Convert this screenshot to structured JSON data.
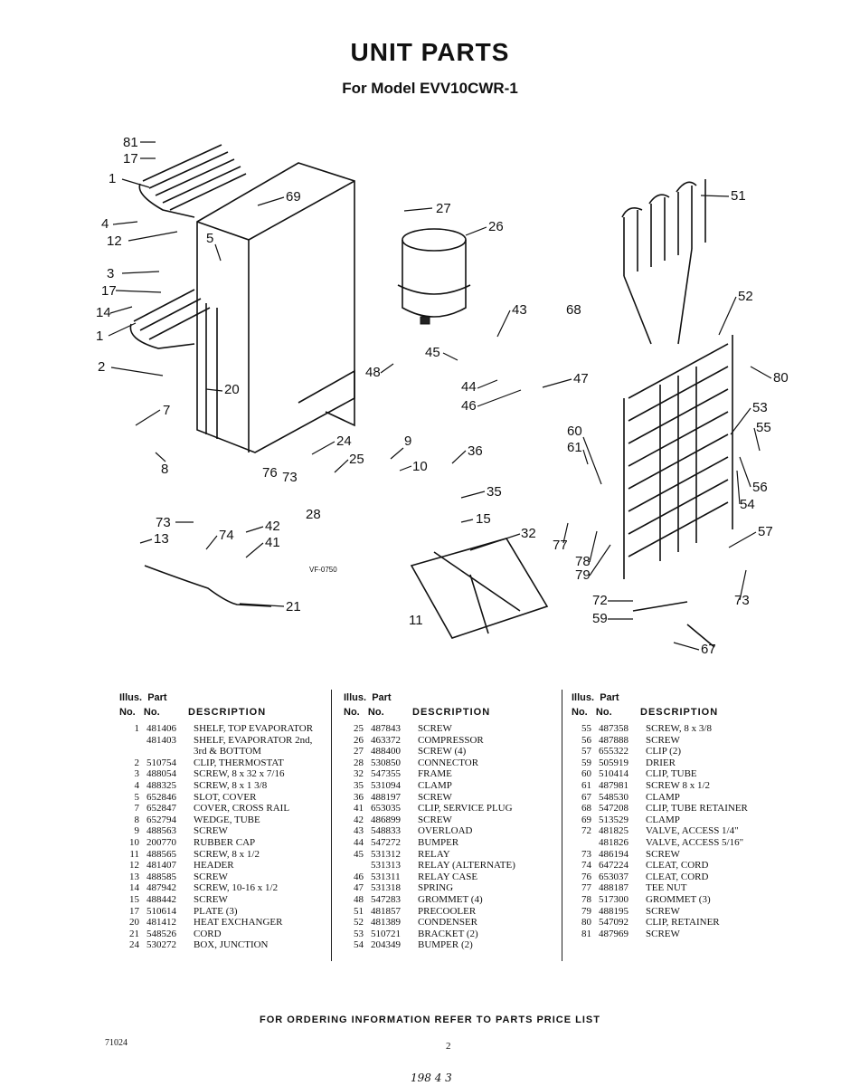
{
  "title": "UNIT PARTS",
  "subtitle": "For Model EVV10CWR-1",
  "diagram_code": "VF-0750",
  "callouts": [
    "81",
    "17",
    "1",
    "4",
    "12",
    "5",
    "69",
    "3",
    "17",
    "14",
    "1",
    "2",
    "20",
    "7",
    "8",
    "76",
    "73",
    "24",
    "25",
    "9",
    "10",
    "36",
    "35",
    "15",
    "32",
    "28",
    "73",
    "74",
    "42",
    "41",
    "13",
    "21",
    "11",
    "27",
    "26",
    "43",
    "68",
    "45",
    "48",
    "44",
    "46",
    "47",
    "51",
    "52",
    "80",
    "53",
    "55",
    "60",
    "61",
    "56",
    "54",
    "57",
    "77",
    "78",
    "79",
    "72",
    "59",
    "67",
    "73"
  ],
  "table_header": {
    "illus": "Illus.",
    "part": "Part",
    "no1": "No.",
    "no2": "No.",
    "description": "DESCRIPTION"
  },
  "columns": [
    [
      {
        "num": "1",
        "part": "481406",
        "desc": "SHELF, TOP EVAPORATOR"
      },
      {
        "num": "",
        "part": "481403",
        "desc": "SHELF, EVAPORATOR 2nd,"
      },
      {
        "num": "",
        "part": "",
        "desc": "3rd & BOTTOM"
      },
      {
        "num": "2",
        "part": "510754",
        "desc": "CLIP, THERMOSTAT"
      },
      {
        "num": "3",
        "part": "488054",
        "desc": "SCREW, 8 x 32 x 7/16"
      },
      {
        "num": "4",
        "part": "488325",
        "desc": "SCREW, 8 x 1 3/8"
      },
      {
        "num": "5",
        "part": "652846",
        "desc": "SLOT, COVER"
      },
      {
        "num": "7",
        "part": "652847",
        "desc": "COVER, CROSS RAIL"
      },
      {
        "num": "8",
        "part": "652794",
        "desc": "WEDGE, TUBE"
      },
      {
        "num": "9",
        "part": "488563",
        "desc": "SCREW"
      },
      {
        "num": "10",
        "part": "200770",
        "desc": "RUBBER CAP"
      },
      {
        "num": "11",
        "part": "488565",
        "desc": "SCREW, 8 x 1/2"
      },
      {
        "num": "12",
        "part": "481407",
        "desc": "HEADER"
      },
      {
        "num": "13",
        "part": "488585",
        "desc": "SCREW"
      },
      {
        "num": "14",
        "part": "487942",
        "desc": "SCREW, 10-16 x 1/2"
      },
      {
        "num": "15",
        "part": "488442",
        "desc": "SCREW"
      },
      {
        "num": "17",
        "part": "510614",
        "desc": "PLATE (3)"
      },
      {
        "num": "20",
        "part": "481412",
        "desc": "HEAT EXCHANGER"
      },
      {
        "num": "21",
        "part": "548526",
        "desc": "CORD"
      },
      {
        "num": "24",
        "part": "530272",
        "desc": "BOX, JUNCTION"
      }
    ],
    [
      {
        "num": "25",
        "part": "487843",
        "desc": "SCREW"
      },
      {
        "num": "26",
        "part": "463372",
        "desc": "COMPRESSOR"
      },
      {
        "num": "27",
        "part": "488400",
        "desc": "SCREW (4)"
      },
      {
        "num": "28",
        "part": "530850",
        "desc": "CONNECTOR"
      },
      {
        "num": "32",
        "part": "547355",
        "desc": "FRAME"
      },
      {
        "num": "35",
        "part": "531094",
        "desc": "CLAMP"
      },
      {
        "num": "36",
        "part": "488197",
        "desc": "SCREW"
      },
      {
        "num": "41",
        "part": "653035",
        "desc": "CLIP, SERVICE PLUG"
      },
      {
        "num": "42",
        "part": "486899",
        "desc": "SCREW"
      },
      {
        "num": "43",
        "part": "548833",
        "desc": "OVERLOAD"
      },
      {
        "num": "44",
        "part": "547272",
        "desc": "BUMPER"
      },
      {
        "num": "45",
        "part": "531312",
        "desc": "RELAY"
      },
      {
        "num": "",
        "part": "531313",
        "desc": "RELAY (ALTERNATE)"
      },
      {
        "num": "46",
        "part": "531311",
        "desc": "RELAY CASE"
      },
      {
        "num": "47",
        "part": "531318",
        "desc": "SPRING"
      },
      {
        "num": "48",
        "part": "547283",
        "desc": "GROMMET (4)"
      },
      {
        "num": "51",
        "part": "481857",
        "desc": "PRECOOLER"
      },
      {
        "num": "52",
        "part": "481389",
        "desc": "CONDENSER"
      },
      {
        "num": "53",
        "part": "510721",
        "desc": "BRACKET (2)"
      },
      {
        "num": "54",
        "part": "204349",
        "desc": "BUMPER (2)"
      }
    ],
    [
      {
        "num": "55",
        "part": "487358",
        "desc": "SCREW, 8 x 3/8"
      },
      {
        "num": "56",
        "part": "487888",
        "desc": "SCREW"
      },
      {
        "num": "57",
        "part": "655322",
        "desc": "CLIP (2)"
      },
      {
        "num": "59",
        "part": "505919",
        "desc": "DRIER"
      },
      {
        "num": "60",
        "part": "510414",
        "desc": "CLIP, TUBE"
      },
      {
        "num": "61",
        "part": "487981",
        "desc": "SCREW 8 x 1/2"
      },
      {
        "num": "67",
        "part": "548530",
        "desc": "CLAMP"
      },
      {
        "num": "68",
        "part": "547208",
        "desc": "CLIP, TUBE RETAINER"
      },
      {
        "num": "69",
        "part": "513529",
        "desc": "CLAMP"
      },
      {
        "num": "72",
        "part": "481825",
        "desc": "VALVE, ACCESS 1/4\""
      },
      {
        "num": "",
        "part": "481826",
        "desc": "VALVE, ACCESS 5/16\""
      },
      {
        "num": "73",
        "part": "486194",
        "desc": "SCREW"
      },
      {
        "num": "74",
        "part": "647224",
        "desc": "CLEAT, CORD"
      },
      {
        "num": "76",
        "part": "653037",
        "desc": "CLEAT, CORD"
      },
      {
        "num": "77",
        "part": "488187",
        "desc": "TEE NUT"
      },
      {
        "num": "78",
        "part": "517300",
        "desc": "GROMMET (3)"
      },
      {
        "num": "79",
        "part": "488195",
        "desc": "SCREW"
      },
      {
        "num": "80",
        "part": "547092",
        "desc": "CLIP, RETAINER"
      },
      {
        "num": "81",
        "part": "487969",
        "desc": "SCREW"
      }
    ]
  ],
  "footer": "FOR ORDERING INFORMATION REFER TO PARTS PRICE LIST",
  "doc_number": "71024",
  "page_number": "2",
  "handwriting": "198 4 3"
}
